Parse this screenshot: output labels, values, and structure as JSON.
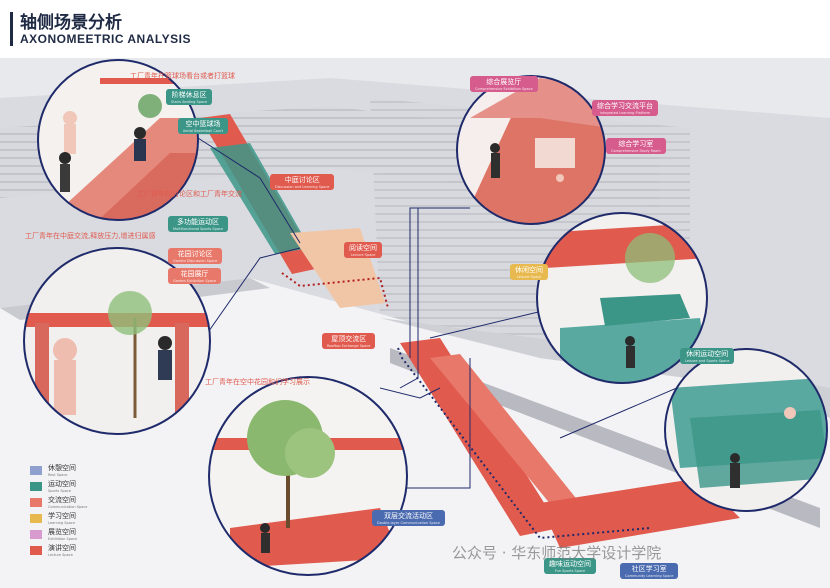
{
  "header": {
    "title": "轴侧场景分析",
    "subtitle": "AXONOMEETRIC ANALYSIS"
  },
  "labels": [
    {
      "id": "a1",
      "text": "工厂青年在篮球场看台或者打篮球",
      "sub": "",
      "color": "#e05a4e"
    },
    {
      "id": "a2",
      "text": "阶梯休息区",
      "sub": "Stairs Seating Space",
      "color": "#3c9688"
    },
    {
      "id": "a3",
      "text": "空中篮球场",
      "sub": "Aerial Basketball Court",
      "color": "#3c9688"
    },
    {
      "id": "a4",
      "text": "中庭讨论区",
      "sub": "Discussion and Learning Space",
      "color": "#e05a4e"
    },
    {
      "id": "a5",
      "text": "工厂青年在讨论区和工厂青年交流",
      "sub": "",
      "color": "#e05a4e"
    },
    {
      "id": "a6",
      "text": "多功能运动区",
      "sub": "Multifunctional Sports Space",
      "color": "#3c9688"
    },
    {
      "id": "a7",
      "text": "阅读空间",
      "sub": "Lecture Space",
      "color": "#e05a4e"
    },
    {
      "id": "a8",
      "text": "工厂青年在中庭交流,释放压力,增进归属感",
      "sub": "",
      "color": "#e05a4e"
    },
    {
      "id": "a9",
      "text": "花园讨论区",
      "sub": "Garden Discussion Space",
      "color": "#e8786a"
    },
    {
      "id": "a10",
      "text": "花园展厅",
      "sub": "Garden Exhibition Space",
      "color": "#e8786a"
    },
    {
      "id": "a11",
      "text": "综合展览厅",
      "sub": "Comprehensive Exhibition Space",
      "color": "#d75c8e"
    },
    {
      "id": "a12",
      "text": "综合学习交流平台",
      "sub": "Integrated Learning Platform",
      "color": "#d75c8e"
    },
    {
      "id": "a13",
      "text": "综合学习室",
      "sub": "Comprehensive Study Room",
      "color": "#d75c8e"
    },
    {
      "id": "a14",
      "text": "休闲空间",
      "sub": "Leisure Space",
      "color": "#e8b94e"
    },
    {
      "id": "a15",
      "text": "屋顶交流区",
      "sub": "Rooftop Exchange Space",
      "color": "#e05a4e"
    },
    {
      "id": "a16",
      "text": "工厂青年在空中花园和们学习展示",
      "sub": "",
      "color": "#e05a4e"
    },
    {
      "id": "a17",
      "text": "休闲运动空间",
      "sub": "Leisure and Sports Space",
      "color": "#3c9688"
    },
    {
      "id": "a18",
      "text": "双层交流活动区",
      "sub": "Double-layer Communication Space",
      "color": "#4b6bb0"
    },
    {
      "id": "a19",
      "text": "趣味运动空间",
      "sub": "Fun Sports Space",
      "color": "#3c9688"
    },
    {
      "id": "a20",
      "text": "社区学习室",
      "sub": "Community Learning Space",
      "color": "#4b6bb0"
    }
  ],
  "legend": [
    {
      "label": "休憩空间",
      "sub": "Rest Space",
      "color": "#8fa0cf"
    },
    {
      "label": "运动空间",
      "sub": "Sports Space",
      "color": "#3c9688"
    },
    {
      "label": "交流空间",
      "sub": "Communication Space",
      "color": "#e8786a"
    },
    {
      "label": "学习空间",
      "sub": "Learning Space",
      "color": "#e8b94e"
    },
    {
      "label": "展览空间",
      "sub": "Exhibition Space",
      "color": "#d79bd0"
    },
    {
      "label": "演讲空间",
      "sub": "Lecture Space",
      "color": "#e05a4e"
    }
  ],
  "watermark": "公众号 · 华东师范大学设计学院"
}
